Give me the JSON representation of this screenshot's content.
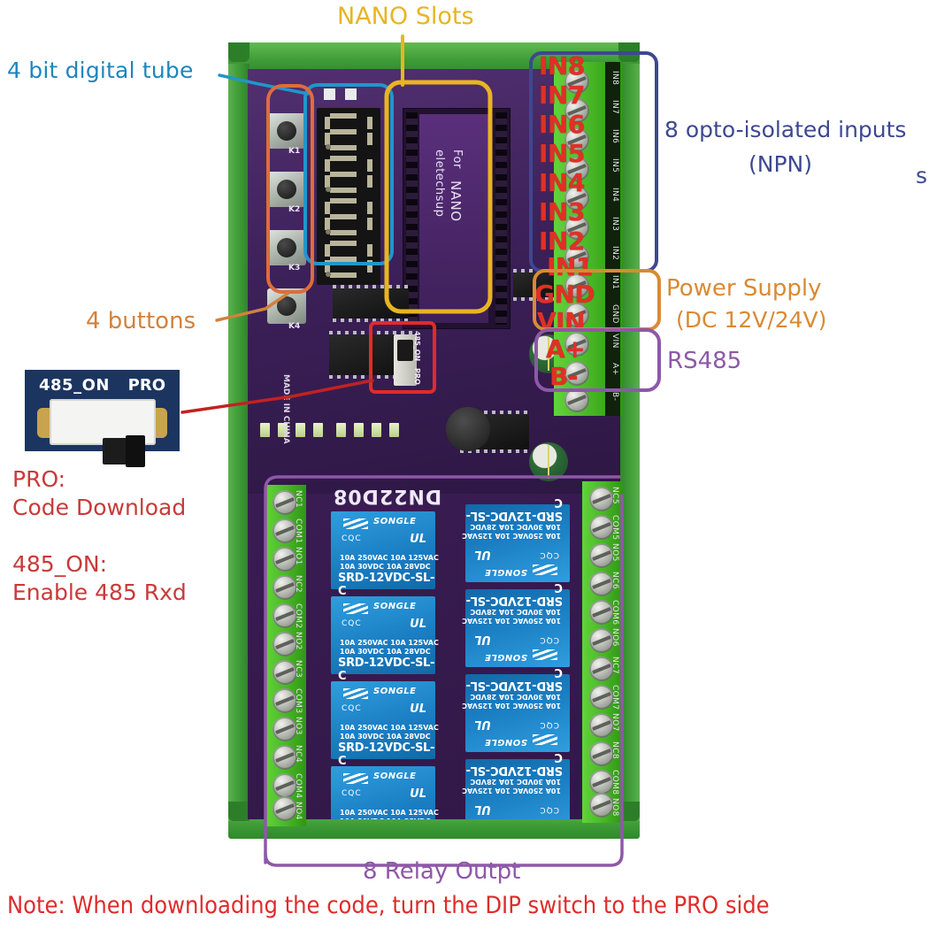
{
  "annotations": {
    "digital_tube": "4 bit digital tube",
    "nano_slots": "NANO Slots",
    "buttons": "4 buttons",
    "opto_line1": "8 opto-isolated inputs",
    "opto_line2": "(NPN)",
    "opto_cut": "s",
    "power_line1": "Power Supply",
    "power_line2": "(DC 12V/24V)",
    "rs485": "RS485",
    "pro_line1": "PRO:",
    "pro_line2": "Code Download",
    "on485_line1": "485_ON:",
    "on485_line2": "Enable 485 Rxd",
    "relay_output": "8 Relay Outpt",
    "note": "Note: When downloading the code, turn the DIP switch to the PRO side"
  },
  "inset": {
    "left_label": "485_ON",
    "right_label": "PRO"
  },
  "terminals": {
    "inputs": [
      "IN8",
      "IN7",
      "IN6",
      "IN5",
      "IN4",
      "IN3",
      "IN2",
      "IN1"
    ],
    "power": [
      "GND",
      "VIN"
    ],
    "rs485": [
      "A+",
      "B-"
    ],
    "silk_right": [
      "IN8",
      "IN7",
      "IN6",
      "IN5",
      "IN4",
      "IN3",
      "IN2",
      "IN1",
      "GND",
      "VIN",
      "A+",
      "B-"
    ],
    "relay_silk_upper": [
      "NC1",
      "COM1",
      "NO1",
      "NC2",
      "COM2",
      "NO2",
      "NC3",
      "COM3",
      "NO3",
      "NC4",
      "COM4",
      "NO4"
    ],
    "relay_silk_lower": [
      "NC5",
      "COM5",
      "NO5",
      "NC6",
      "COM6",
      "NO6",
      "NC7",
      "COM7",
      "NO7",
      "NC8",
      "COM8",
      "NO8"
    ]
  },
  "board": {
    "model_silk": "DN22D08",
    "made_in": "MADE IN CHINA",
    "nano_text_1": "For",
    "nano_text_2": "NANO",
    "nano_text_3": "eletechsup",
    "buttons": [
      "K1",
      "K2",
      "K3",
      "K4"
    ],
    "dip_labels": [
      "485_ON",
      "PRO"
    ]
  },
  "relay": {
    "brand": "SONGLE",
    "rating_line1": "10A 250VAC  10A 125VAC",
    "rating_line2": "10A  30VDC  10A  28VDC",
    "part": "SRD-12VDC-SL-C",
    "cert_ccc": "CQC",
    "cert_ul": "UL",
    "count": 8
  },
  "colors": {
    "digital_tube": "#1d86bd",
    "nano_slots": "#e8b521",
    "buttons": "#d2813c",
    "opto": "#3d4890",
    "power": "#d98a35",
    "rs485": "#8e58a8",
    "pro_note": "#c93a3a",
    "note": "#e02b2b",
    "terminal_label": "#e03026",
    "pcb": "#3c2059",
    "housing": "#3b9634",
    "relay_blue": "#1b7fc4"
  }
}
